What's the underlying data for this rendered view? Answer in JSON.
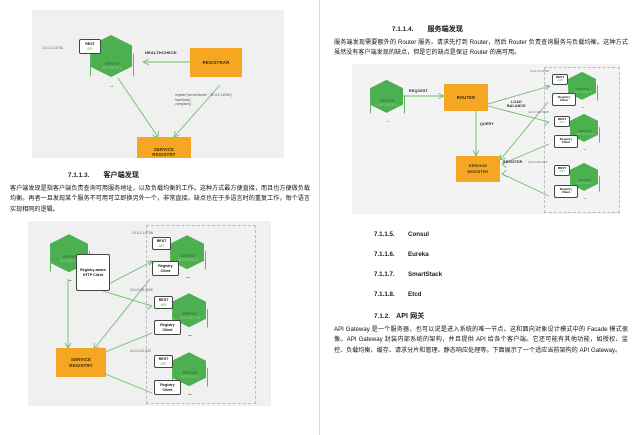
{
  "document": {
    "left_column": {
      "figure_registrar": {
        "name": "registrar-pattern-diagram",
        "nodes": {
          "service_instance": {
            "line1": "SERVICE",
            "line2": "INSTANCE A"
          },
          "rest_api": {
            "line1": "REST",
            "line2": "API"
          },
          "registrar": "REGISTRAR",
          "service_registry": {
            "line1": "SERVICE",
            "line2": "REGISTRY"
          }
        },
        "labels": {
          "healthcheck": "HEALTHCHECK",
          "ip": "10.4.3.1:8756",
          "api_calls": "register(\"serviceName\", \"10.4.3.1:8756\")\nheartbeat()\nunregister()"
        }
      },
      "section_client_discovery": {
        "number": "7.1.1.3.",
        "title": "客户端发现",
        "paragraph": "客户端发现是指客户端负责查询可用服务地址，以及负载均衡的工作。这种方式最方便直接，而且也方便做负载均衡。再者一旦发现某个服务不可用可立即换另外一个，非常直接。缺点也在于多语言时的重复工作，每个语言实现相同的逻辑。"
      },
      "figure_client_discovery": {
        "name": "client-side-discovery-diagram",
        "nodes": {
          "consumer_service": {
            "line1": "SERVICE",
            "line2": "INSTANCE A"
          },
          "registry_aware_client": "Registry-aware HTTP Client",
          "service_registry": {
            "line1": "SERVICE",
            "line2": "REGISTRY"
          },
          "rest_api": {
            "line1": "REST",
            "line2": "API"
          },
          "registry_client": {
            "line1": "Registry",
            "line2": "Client"
          },
          "instance_b": {
            "line1": "SERVICE",
            "line2": "INSTANCE B"
          },
          "instance_c": {
            "line1": "SERVICE",
            "line2": "INSTANCE C"
          }
        },
        "ips": [
          "10.4.3.1:8756",
          "10.4.3.99:4545",
          "10.4.3.20:333"
        ]
      }
    },
    "right_column": {
      "section_server_discovery": {
        "number": "7.1.1.4.",
        "title": "服务端发现",
        "paragraph": "服务端发现需要额外的 Router 服务，请求先打到 Router，然后 Router 负责查询服务与负载均衡。这种方式虽然没有客户端发现的缺点，但是它的缺点是保证 Router 的高可用。"
      },
      "figure_server_discovery": {
        "name": "server-side-discovery-diagram",
        "nodes": {
          "client_service": {
            "line1": "SERVICE",
            "line2": "INSTANCE A"
          },
          "router": "ROUTER",
          "service_registry": {
            "line1": "SERVICE",
            "line2": "REGISTRY"
          },
          "rest_api": {
            "line1": "REST",
            "line2": "API"
          },
          "registry_client": {
            "line1": "Registry",
            "line2": "Client"
          },
          "instance_b": {
            "line1": "SERVICE",
            "line2": "INSTANCE B"
          },
          "instance_c": {
            "line1": "SERVICE",
            "line2": "INSTANCE C"
          }
        },
        "labels": {
          "request": "REQUEST",
          "load_balance": "LOAD\nBALANCE",
          "query": "QUERY",
          "register": "REGISTER"
        },
        "ips": [
          "10.4.3.1:8756",
          "10.4.3.99:4545",
          "10.4.3.20:333"
        ]
      },
      "toc": [
        {
          "number": "7.1.1.5.",
          "title": "Consul"
        },
        {
          "number": "7.1.1.6.",
          "title": "Eureka"
        },
        {
          "number": "7.1.1.7.",
          "title": "SmartStack"
        },
        {
          "number": "7.1.1.8.",
          "title": "Etcd"
        }
      ],
      "section_api_gateway": {
        "number": "7.1.2.",
        "title": "API 网关",
        "paragraph": "API Gateway 是一个服务器，也可以说是进入系统的唯一节点。这和面向对象设计模式中的 Facade 模式很像。API Gateway 封装内部系统的架构，并且提供 API 给各个客户端。它还可能有其他功能，如授权、监控、负载均衡、缓存、请求分片和管理、静态响应处理等。下面展示了一个适应当前架构的 API Gateway。"
      }
    }
  },
  "colors": {
    "accent_green": "#4caf50",
    "accent_orange": "#f5a623",
    "figure_background": "#f0f0f0",
    "wire": "#6cbf6c"
  }
}
